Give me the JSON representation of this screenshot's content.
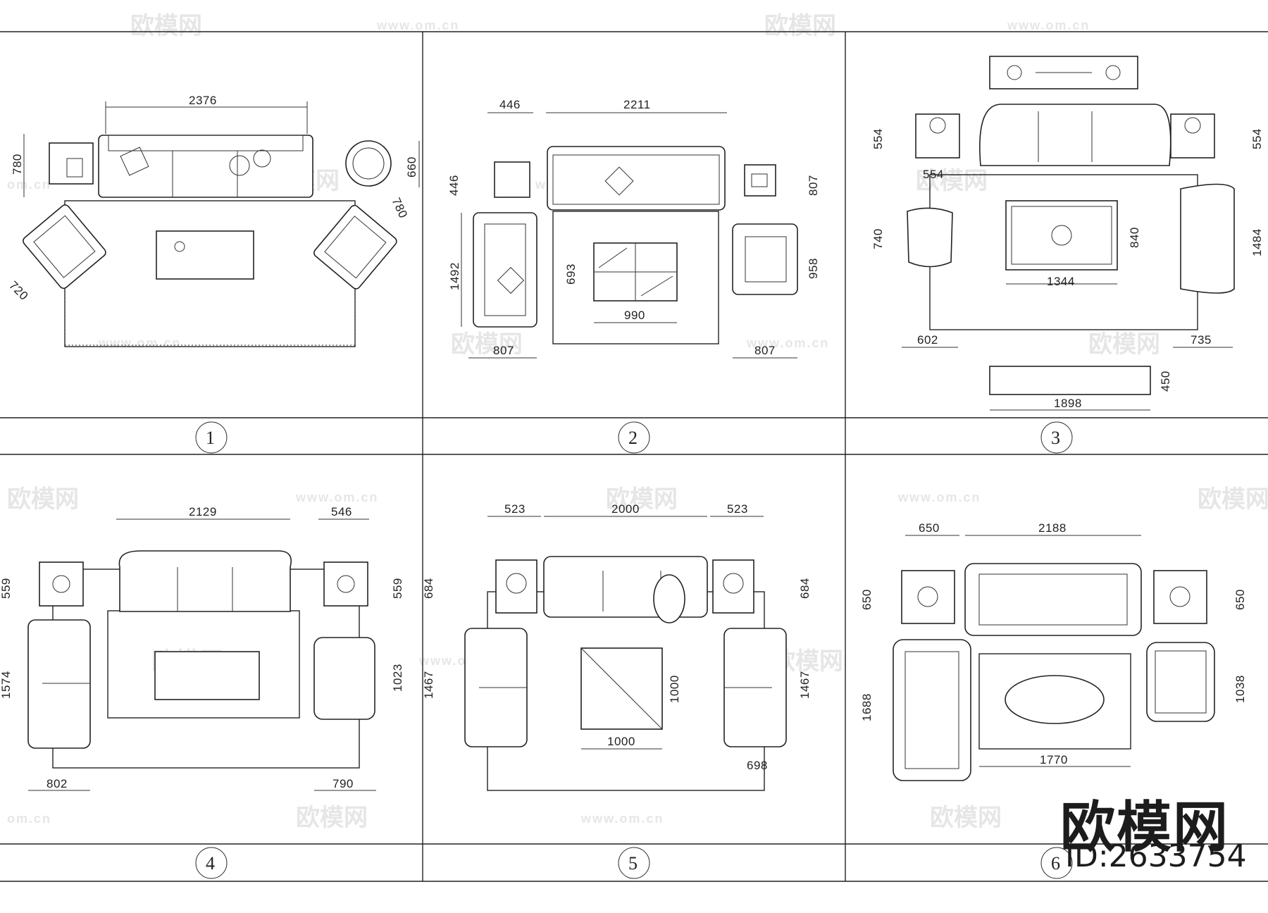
{
  "watermark": {
    "brand": "欧模网",
    "url": "www.om.cn",
    "url_short": "om.cn"
  },
  "brand": {
    "title": "欧模网",
    "id": "ID:2633754"
  },
  "panels": [
    {
      "label": "1",
      "dims": [
        "2376",
        "780",
        "660",
        "780",
        "720"
      ]
    },
    {
      "label": "2",
      "dims": [
        "446",
        "2211",
        "446",
        "807",
        "1492",
        "693",
        "958",
        "990",
        "807",
        "807"
      ]
    },
    {
      "label": "3",
      "dims": [
        "554",
        "554",
        "554",
        "740",
        "840",
        "1484",
        "1344",
        "602",
        "735",
        "450",
        "1898"
      ]
    },
    {
      "label": "4",
      "dims": [
        "2129",
        "546",
        "559",
        "559",
        "1574",
        "1023",
        "802",
        "790"
      ]
    },
    {
      "label": "5",
      "dims": [
        "523",
        "2000",
        "523",
        "684",
        "684",
        "1467",
        "1000",
        "1467",
        "1000",
        "698"
      ]
    },
    {
      "label": "6",
      "dims": [
        "650",
        "2188",
        "650",
        "650",
        "1688",
        "1038",
        "1770"
      ]
    }
  ]
}
